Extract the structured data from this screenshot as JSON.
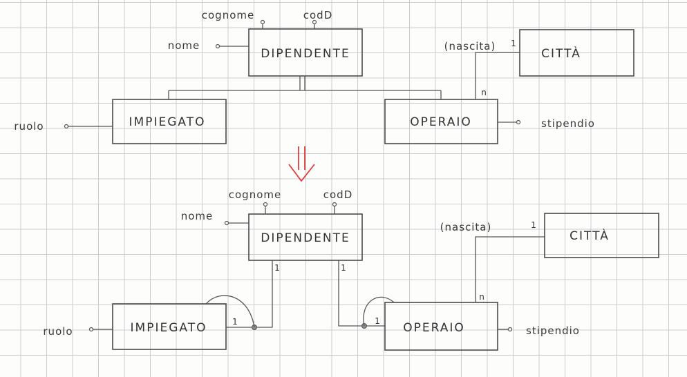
{
  "entities": {
    "dipendente": "DIPENDENTE",
    "impiegato": "IMPIEGATO",
    "operaio": "OPERAIO",
    "citta": "CITTÀ"
  },
  "attributes": {
    "cognome": "cognome",
    "codD": "codD",
    "nome": "nome",
    "ruolo": "ruolo",
    "stipendio": "stipendio",
    "nascita": "(nascita)"
  },
  "cardinalities": {
    "one": "1",
    "many": "n"
  },
  "colors": {
    "ink": "#4a4a4a",
    "arrow": "#e23b3b",
    "grid": "#c9cdd0"
  }
}
